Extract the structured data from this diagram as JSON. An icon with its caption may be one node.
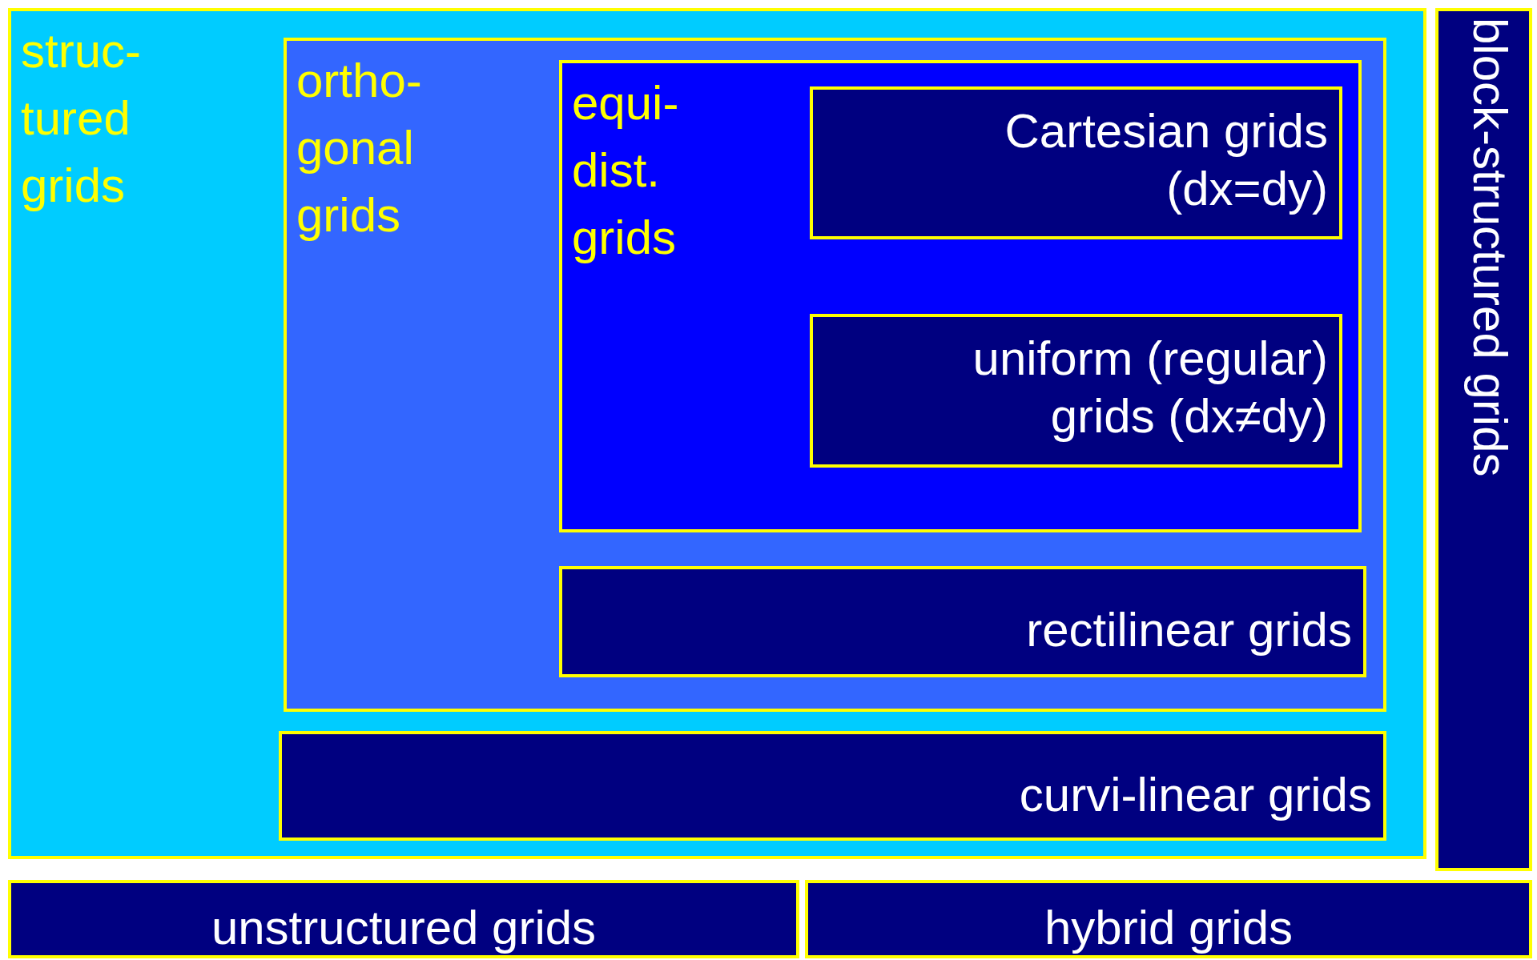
{
  "diagram": {
    "nodes": [
      {
        "text": [
          "struc- tured grids"
        ]
      },
      {
        "text": [
          "ortho- gonal grids"
        ],
        "in": 0
      },
      {
        "text": [
          "equi- dist. grids"
        ],
        "in": 1
      },
      {
        "text": [
          "Cartesian grids (dx=dy)"
        ],
        "in": 2
      },
      {
        "text": [
          "uniform (regular) grids (dx≠dy)"
        ],
        "in": 2
      },
      {
        "text": [
          "rectilinear grids"
        ],
        "in": 1
      },
      {
        "text": [
          "curvi-linear grids"
        ],
        "in": 0
      },
      {
        "text": [
          "block-structured grids"
        ]
      },
      {
        "text": [
          "unstructured grids"
        ]
      },
      {
        "text": [
          "hybrid grids"
        ]
      }
    ]
  }
}
